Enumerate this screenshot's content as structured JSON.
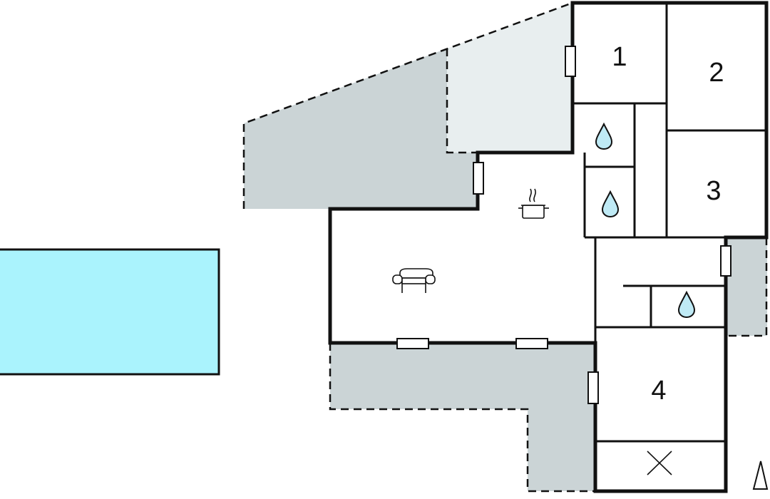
{
  "floorplan": {
    "rooms": {
      "bedroom_1": {
        "label": "1"
      },
      "bedroom_2": {
        "label": "2"
      },
      "bedroom_3": {
        "label": "3"
      },
      "bedroom_4": {
        "label": "4"
      }
    },
    "icons": [
      "water-drop-icon",
      "water-drop-icon",
      "water-drop-icon",
      "cooking-pot-icon",
      "sofa-icon",
      "cross-icon",
      "north-arrow-icon"
    ],
    "colors": {
      "pool": "#aaf3fd",
      "terrace": "#cbd4d6",
      "terrace_light": "#e8eeef",
      "wall": "#111111",
      "water_drop": "#bfeaf5"
    }
  }
}
